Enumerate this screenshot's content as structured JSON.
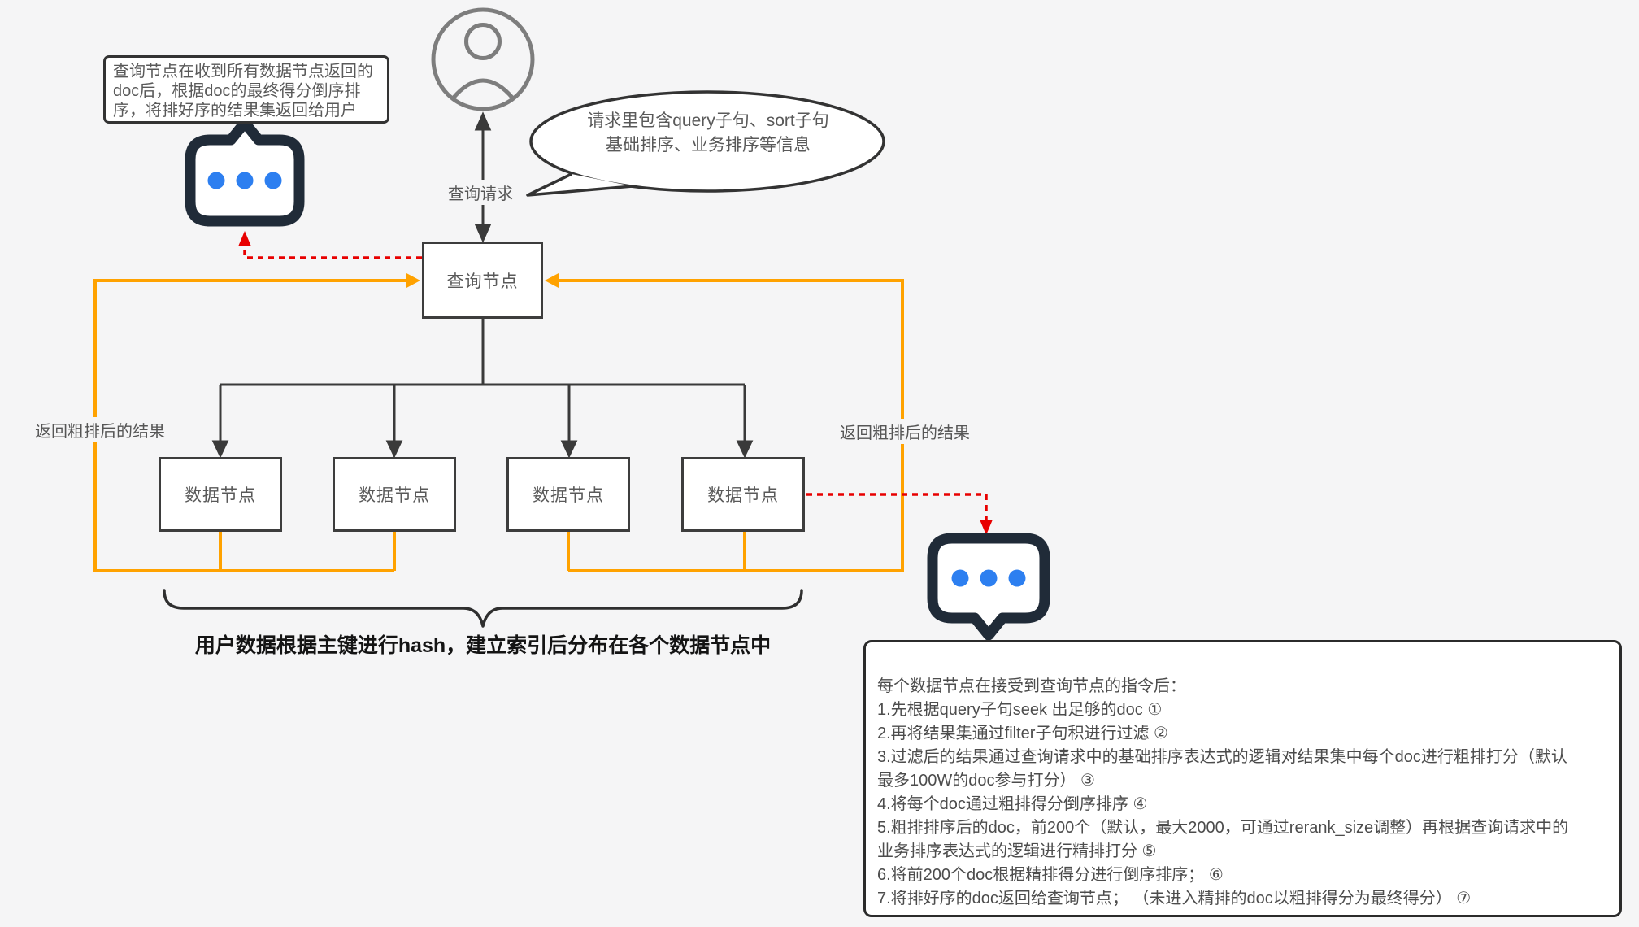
{
  "colors": {
    "background": "#f5f5f6",
    "box_border": "#3d3d3d",
    "accent_orange": "#ffa200",
    "alert_red": "#e80000",
    "icon_navy": "#202b38",
    "dot_blue": "#2d7ff0",
    "text_gray": "#595959"
  },
  "callout": {
    "lines": [
      "查询节点在收到所有数据节点返回的",
      "doc后，根据doc的最终得分倒序排",
      "序，将排好序的结果集返回给用户"
    ]
  },
  "user_flow": {
    "query_request_label": "查询请求",
    "bubble_lines": [
      "请求里包含query子句、sort子句",
      "基础排序、业务排序等信息"
    ]
  },
  "nodes": {
    "query_node": "查询节点",
    "data_nodes": [
      "数据节点",
      "数据节点",
      "数据节点",
      "数据节点"
    ]
  },
  "return_labels": {
    "left": "返回粗排后的结果",
    "right": "返回粗排后的结果"
  },
  "hash_note": "用户数据根据主键进行hash，建立索引后分布在各个数据节点中",
  "steps_panel": {
    "lines": [
      "每个数据节点在接受到查询节点的指令后：",
      "1.先根据query子句seek 出足够的doc  ①",
      "2.再将结果集通过filter子句积进行过滤 ②",
      "3.过滤后的结果通过查询请求中的基础排序表达式的逻辑对结果集中每个doc进行粗排打分（默认",
      "最多100W的doc参与打分）  ③",
      "4.将每个doc通过粗排得分倒序排序 ④",
      "5.粗排排序后的doc，前200个（默认，最大2000，可通过rerank_size调整）再根据查询请求中的",
      "业务排序表达式的逻辑进行精排打分 ⑤",
      "6.将前200个doc根据精排得分进行倒序排序； ⑥",
      "7.将排好序的doc返回给查询节点； （未进入精排的doc以粗排得分为最终得分） ⑦"
    ]
  }
}
